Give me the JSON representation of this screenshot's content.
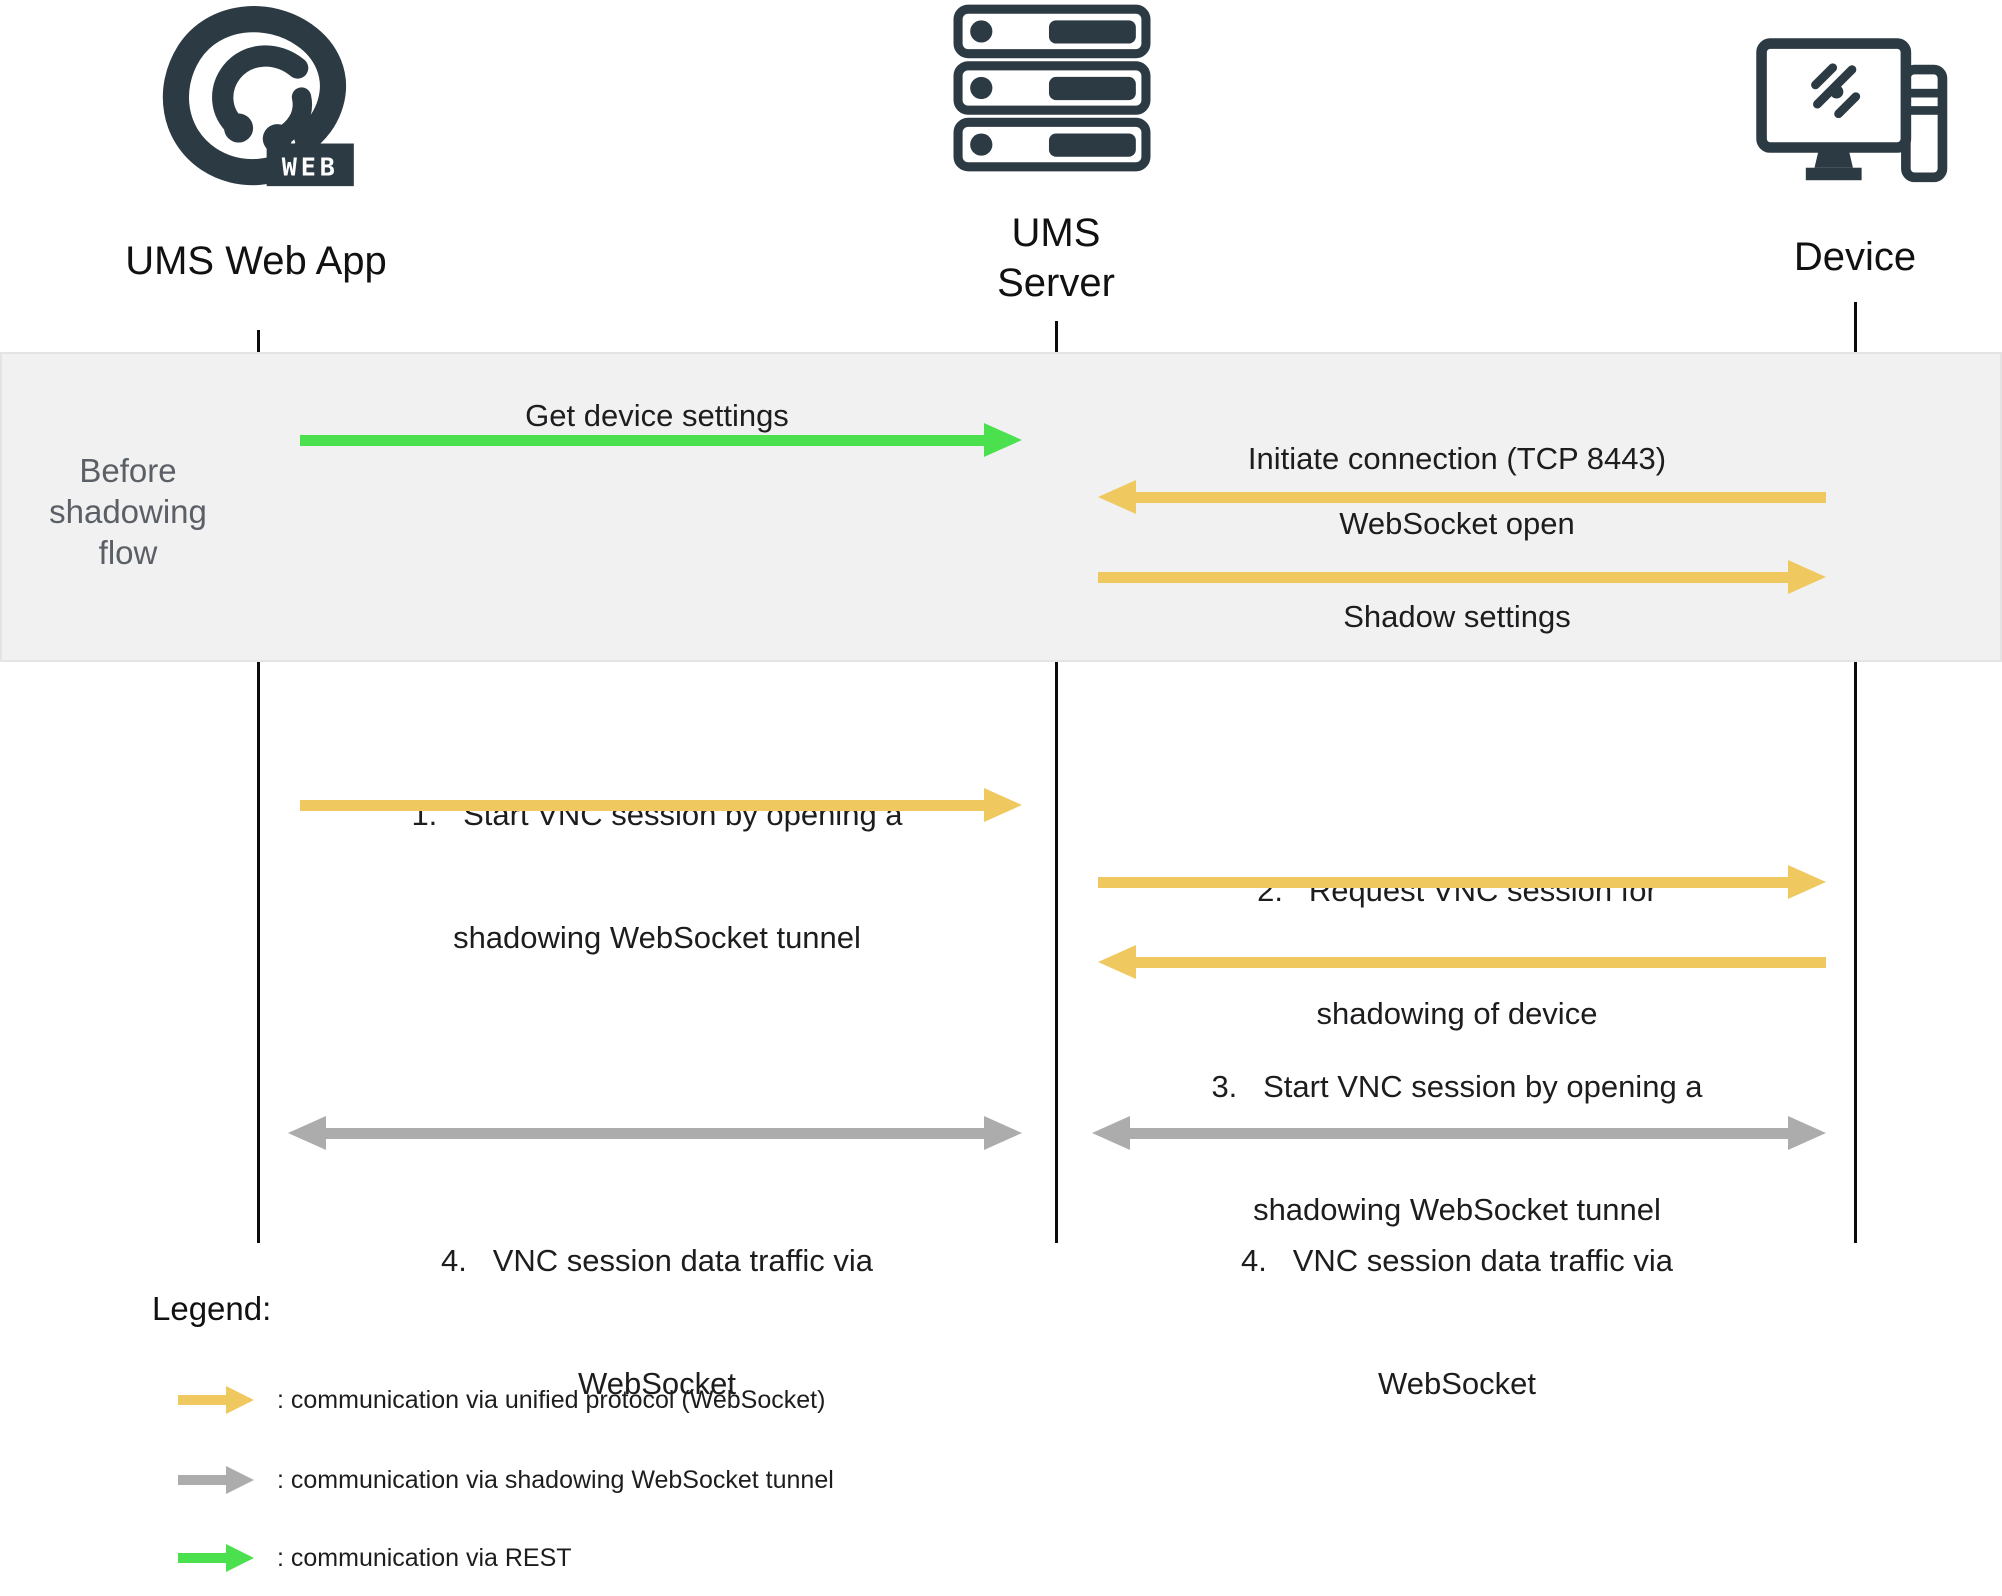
{
  "actors": {
    "webapp": {
      "label": "UMS Web App",
      "badge": "WEB"
    },
    "server": {
      "label_line1": "UMS",
      "label_line2": "Server"
    },
    "device": {
      "label": "Device"
    }
  },
  "phase_band": {
    "line1": "Before",
    "line2": "shadowing",
    "line3": "flow"
  },
  "messages": {
    "get_device_settings": "Get device settings",
    "initiate_connection": "Initiate connection (TCP 8443)",
    "websocket_open": "WebSocket open",
    "shadow_settings": "Shadow settings",
    "step1_line1": "1.   Start VNC session by opening a",
    "step1_line2": "shadowing WebSocket tunnel",
    "step2_line1": "2.   Request VNC session for",
    "step2_line2": "shadowing of device",
    "step3_line1": "3.   Start VNC session by opening a",
    "step3_line2": "shadowing WebSocket tunnel",
    "step4_line1": "4.   VNC session data traffic via",
    "step4_line2": "WebSocket"
  },
  "legend": {
    "title": "Legend:",
    "unified_protocol": ": communication via unified protocol (WebSocket)",
    "shadowing_tunnel": ": communication via shadowing WebSocket tunnel",
    "rest": ": communication via REST"
  },
  "colors": {
    "unified_protocol_yellow": "#EFC95F",
    "shadowing_tunnel_gray": "#ACACAC",
    "rest_green": "#4BE14E",
    "icon_dark": "#2C3A43",
    "band_background": "#F1F1F2"
  }
}
